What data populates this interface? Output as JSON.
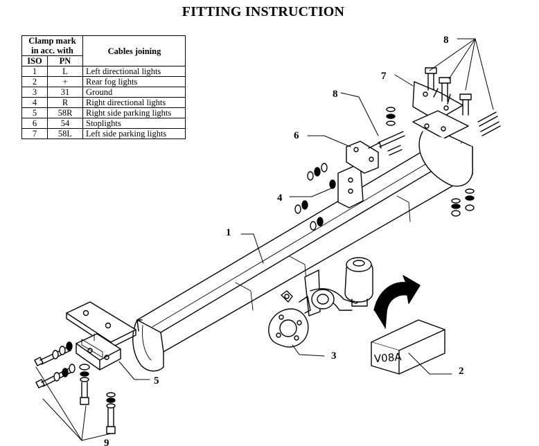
{
  "title": "FITTING INSTRUCTION",
  "table": {
    "header_clamp_line1": "Clamp mark",
    "header_clamp_line2": "in acc. with",
    "header_cables": "Cables joining",
    "header_iso": "ISO",
    "header_pn": "PN",
    "rows": [
      {
        "iso": "1",
        "pn": "L",
        "desc": "Left directional lights"
      },
      {
        "iso": "2",
        "pn": "+",
        "desc": "Rear fog lights"
      },
      {
        "iso": "3",
        "pn": "31",
        "desc": "Ground"
      },
      {
        "iso": "4",
        "pn": "R",
        "desc": "Right directional lights"
      },
      {
        "iso": "5",
        "pn": "58R",
        "desc": "Right side parking lights"
      },
      {
        "iso": "6",
        "pn": "54",
        "desc": "Stoplights"
      },
      {
        "iso": "7",
        "pn": "58L",
        "desc": "Left side parking lights"
      }
    ]
  },
  "callouts": {
    "c1": "1",
    "c2": "2",
    "c3": "3",
    "c4": "4",
    "c5": "5",
    "c6": "6",
    "c7": "7",
    "c8a": "8",
    "c8b": "8",
    "c9": "9"
  },
  "box_label": "V08A"
}
